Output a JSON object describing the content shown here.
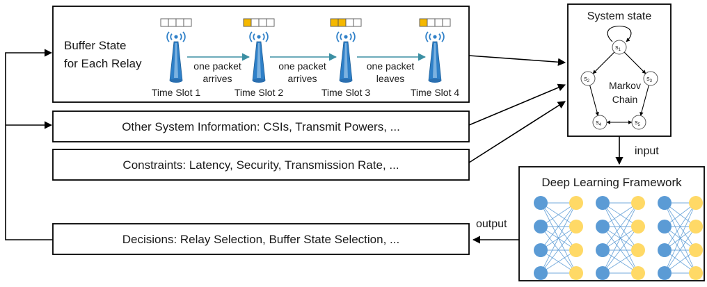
{
  "buffer_box": {
    "label_line1": "Buffer State",
    "label_line2": "for Each Relay",
    "slots": [
      {
        "label": "Time Slot 1",
        "filled": 0
      },
      {
        "label": "Time Slot 2",
        "filled": 1
      },
      {
        "label": "Time Slot 3",
        "filled": 2
      },
      {
        "label": "Time Slot 4",
        "filled": 1
      }
    ],
    "transitions": [
      {
        "line1": "one packet",
        "line2": "arrives"
      },
      {
        "line1": "one packet",
        "line2": "arrives"
      },
      {
        "line1": "one packet",
        "line2": "leaves"
      }
    ],
    "filled_color": "#f5b800",
    "empty_color": "#ffffff",
    "relay_color": "#2f80c8"
  },
  "other_info": "Other System Information: CSIs, Transmit Powers, ...",
  "constraints": "Constraints: Latency, Security, Transmission Rate, ...",
  "decisions": "Decisions: Relay Selection, Buffer State Selection, ...",
  "system_state": {
    "title": "System state",
    "chain_line1": "Markov",
    "chain_line2": "Chain",
    "states": [
      "s1",
      "s2",
      "s3",
      "s4",
      "s5"
    ],
    "state_labels": [
      {
        "base": "s",
        "sub": "1"
      },
      {
        "base": "s",
        "sub": "2"
      },
      {
        "base": "s",
        "sub": "3"
      },
      {
        "base": "s",
        "sub": "4"
      },
      {
        "base": "s",
        "sub": "5"
      }
    ]
  },
  "input_label": "input",
  "output_label": "output",
  "deep_learning": {
    "title": "Deep Learning Framework",
    "blue_color": "#5b9bd5",
    "yellow_color": "#ffd966",
    "blocks": 3,
    "nodes_per_layer": 4
  }
}
